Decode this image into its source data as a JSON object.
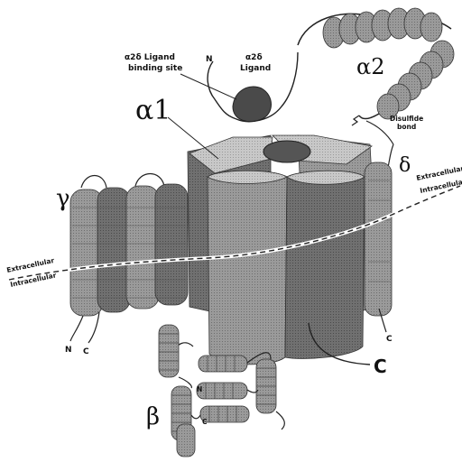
{
  "subunits": {
    "alpha1": "α1",
    "alpha2": "α2",
    "delta": "δ",
    "gamma": "γ",
    "beta": "β"
  },
  "labels": {
    "ligand_site_line1": "α2δ Ligand",
    "ligand_site_line2": "binding site",
    "ligand_line1": "α2δ",
    "ligand_line2": "Ligand",
    "disulfide_line1": "Disulfide",
    "disulfide_line2": "bond",
    "extracellular_right": "Extracellular",
    "intracellular_right": "Intracellular",
    "extracellular_left": "Extracellular",
    "intracellular_left": "Intracellular",
    "n_terminus_top": "N",
    "n_terminus_gamma": "N",
    "c_terminus_gamma": "C",
    "c_terminus_delta": "C",
    "c_terminus_alpha1": "C",
    "n_terminus_beta": "N",
    "c_terminus_beta": "C"
  },
  "colors": {
    "protein_fill": "#8f8f8f",
    "protein_dark": "#5e5e5e",
    "protein_light": "#c4c4c4",
    "ligand_fill": "#444444",
    "line": "#222222"
  }
}
